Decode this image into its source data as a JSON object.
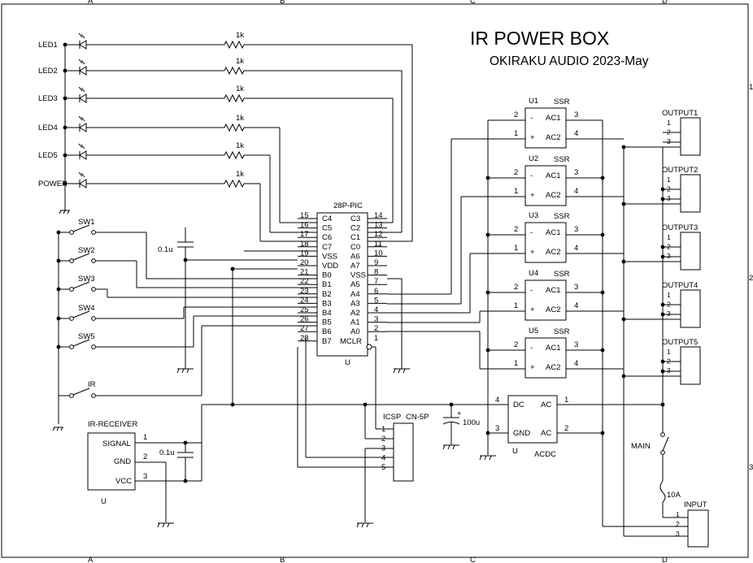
{
  "title": "IR POWER BOX",
  "subtitle": "OKIRAKU AUDIO 2023-May",
  "border": {
    "top_cols": [
      "A",
      "B",
      "C",
      "D"
    ],
    "bottom_cols": [
      "A",
      "B",
      "C",
      "D"
    ],
    "rows": [
      "1",
      "2",
      "3"
    ]
  },
  "leds": {
    "labels": [
      "LED1",
      "LED2",
      "LED3",
      "LED4",
      "LED5",
      "POWER"
    ],
    "resistor_value": "1k"
  },
  "switches": [
    "SW1",
    "SW2",
    "SW3",
    "SW4",
    "SW5",
    "IR"
  ],
  "pic": {
    "title": "28P-PIC",
    "unit": "U",
    "left_pins": [
      {
        "num": "15",
        "name": "C4"
      },
      {
        "num": "16",
        "name": "C5"
      },
      {
        "num": "17",
        "name": "C6"
      },
      {
        "num": "18",
        "name": "C7"
      },
      {
        "num": "19",
        "name": "VSS"
      },
      {
        "num": "20",
        "name": "VDD"
      },
      {
        "num": "21",
        "name": "B0"
      },
      {
        "num": "22",
        "name": "B1"
      },
      {
        "num": "23",
        "name": "B2"
      },
      {
        "num": "24",
        "name": "B3"
      },
      {
        "num": "25",
        "name": "B4"
      },
      {
        "num": "26",
        "name": "B5"
      },
      {
        "num": "27",
        "name": "B6"
      },
      {
        "num": "28",
        "name": "B7"
      }
    ],
    "right_pins": [
      {
        "num": "14",
        "name": "C3"
      },
      {
        "num": "13",
        "name": "C2"
      },
      {
        "num": "12",
        "name": "C1"
      },
      {
        "num": "11",
        "name": "C0"
      },
      {
        "num": "10",
        "name": "A6"
      },
      {
        "num": "9",
        "name": "A7"
      },
      {
        "num": "8",
        "name": "VSS"
      },
      {
        "num": "7",
        "name": "A5"
      },
      {
        "num": "6",
        "name": "A4"
      },
      {
        "num": "5",
        "name": "A3"
      },
      {
        "num": "4",
        "name": "A2"
      },
      {
        "num": "3",
        "name": "A1"
      },
      {
        "num": "2",
        "name": "A0"
      },
      {
        "num": "1",
        "name": "MCLR"
      }
    ]
  },
  "cap_small": "0.1u",
  "cap_big": "100u",
  "ssr": {
    "units": [
      "U1",
      "U2",
      "U3",
      "U4",
      "U5"
    ],
    "label": "SSR",
    "pins": {
      "p2": "2",
      "p1": "1",
      "p3": "3",
      "p4": "4"
    },
    "left_marks": [
      "-",
      "+"
    ],
    "right_labels": [
      "AC1",
      "AC2"
    ]
  },
  "outputs": [
    "OUTPUT1",
    "OUTPUT2",
    "OUTPUT3",
    "OUTPUT4",
    "OUTPUT5"
  ],
  "connector_pins": [
    "1",
    "2",
    "3"
  ],
  "ir_receiver": {
    "title": "IR-RECEIVER",
    "pins": [
      "SIGNAL",
      "GND",
      "VCC"
    ],
    "pin_nums": [
      "1",
      "2",
      "3"
    ],
    "unit": "U"
  },
  "icsp": {
    "title": "ICSP",
    "type": "CN-5P",
    "pins": [
      "1",
      "2",
      "3",
      "4",
      "5"
    ]
  },
  "acdc": {
    "name": "ACDC",
    "unit": "U",
    "left": [
      "DC",
      "GND"
    ],
    "right": [
      "AC",
      "AC"
    ],
    "left_nums": [
      "4",
      "3"
    ],
    "right_nums": [
      "1",
      "2"
    ]
  },
  "main_switch": "MAIN",
  "fuse": "10A",
  "input": {
    "label": "INPUT",
    "pins": [
      "1",
      "2",
      "3"
    ]
  }
}
